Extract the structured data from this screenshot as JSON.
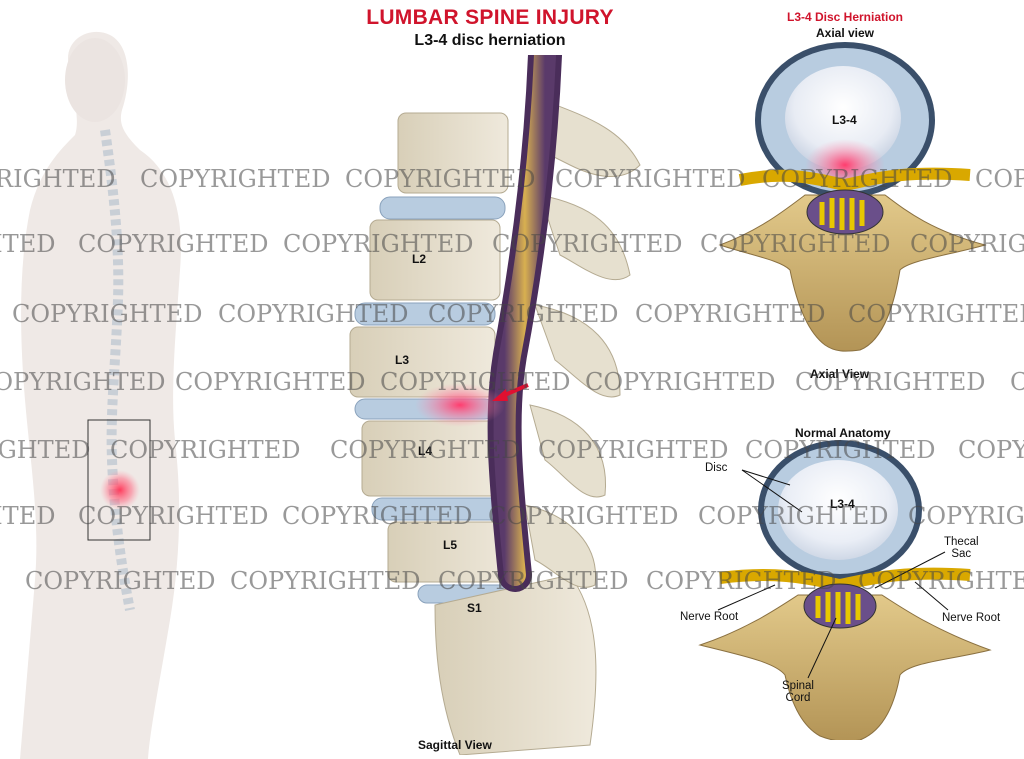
{
  "header": {
    "title": "LUMBAR SPINE INJURY",
    "subtitle": "L3-4 disc herniation"
  },
  "sagittal": {
    "view_label": "Sagittal View",
    "vertebrae": [
      "L2",
      "L3",
      "L4",
      "L5",
      "S1"
    ]
  },
  "axial_top": {
    "title": "L3-4 Disc Herniation",
    "subtitle": "Axial view",
    "disc_label": "L3-4",
    "caption": "Axial View"
  },
  "axial_bottom": {
    "title": "Normal Anatomy",
    "disc_label": "L3-4",
    "labels": {
      "disc": "Disc",
      "thecal_sac": "Thecal\nSac",
      "nerve_root_left": "Nerve Root",
      "nerve_root_right": "Nerve Root",
      "spinal_cord": "Spinal\nCord"
    }
  },
  "watermark": {
    "text": "COPYRIGHTED"
  },
  "colors": {
    "title_red": "#d0142c",
    "bone": "#e9e4d6",
    "disc_blue": "#b8cce0",
    "herniation": "#e8356a"
  }
}
